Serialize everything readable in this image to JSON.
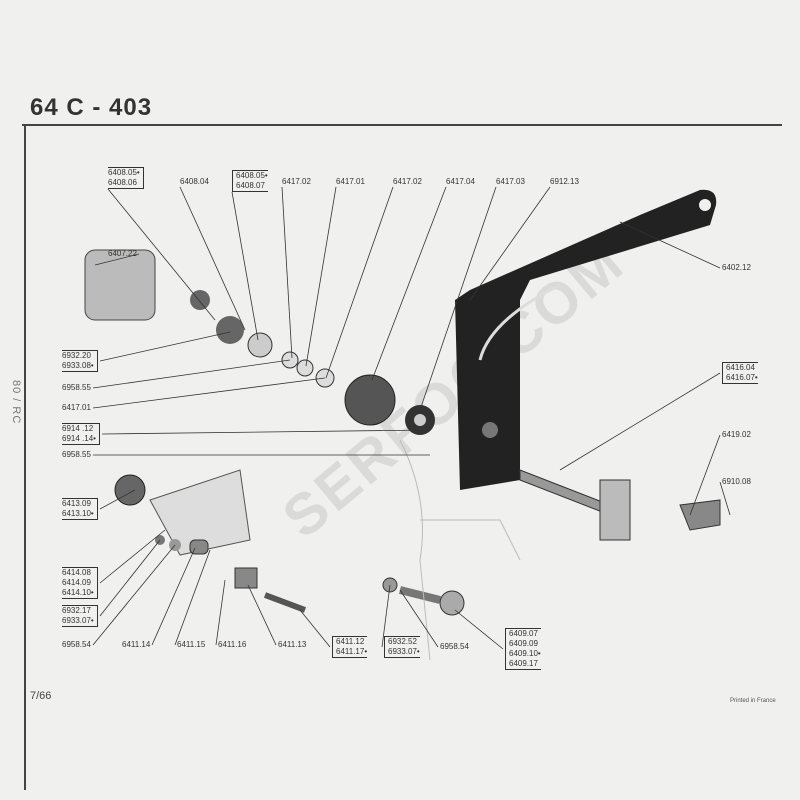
{
  "header": {
    "title": "64 C - 403",
    "side_note": "80 / RC"
  },
  "footer": {
    "page": "7/66",
    "printed": "Printed in France"
  },
  "watermark": "SERFOC.COM",
  "labels": [
    [
      "6408.05•",
      "6408.06"
    ],
    [
      "6408.04"
    ],
    [
      "6408.05•",
      "6408.07"
    ],
    [
      "6417.02"
    ],
    [
      "6417.01"
    ],
    [
      "6417.02"
    ],
    [
      "6417.04"
    ],
    [
      "6417.03"
    ],
    [
      "6912.13"
    ],
    [
      "6407.22"
    ],
    [
      "6402.12"
    ],
    [
      "6932.20",
      "6933.08•"
    ],
    [
      "6958.55"
    ],
    [
      "6417.01"
    ],
    [
      "6914 .12",
      "6914 .14•"
    ],
    [
      "6958.55"
    ],
    [
      "6416.04",
      "6416.07•"
    ],
    [
      "6419.02"
    ],
    [
      "6910.08"
    ],
    [
      "6413.09",
      "6413.10•"
    ],
    [
      "6414.08",
      "6414.09",
      "6414.10•"
    ],
    [
      "6932.17",
      "6933.07•"
    ],
    [
      "6958.54"
    ],
    [
      "6411.14"
    ],
    [
      "6411.15"
    ],
    [
      "6411.16"
    ],
    [
      "6411.13"
    ],
    [
      "6411.12",
      "6411.17•"
    ],
    [
      "6932.52",
      "6933.07•"
    ],
    [
      "6958.54"
    ],
    [
      "6409.07",
      "6409.09",
      "6409.10•",
      "6409.17"
    ]
  ]
}
